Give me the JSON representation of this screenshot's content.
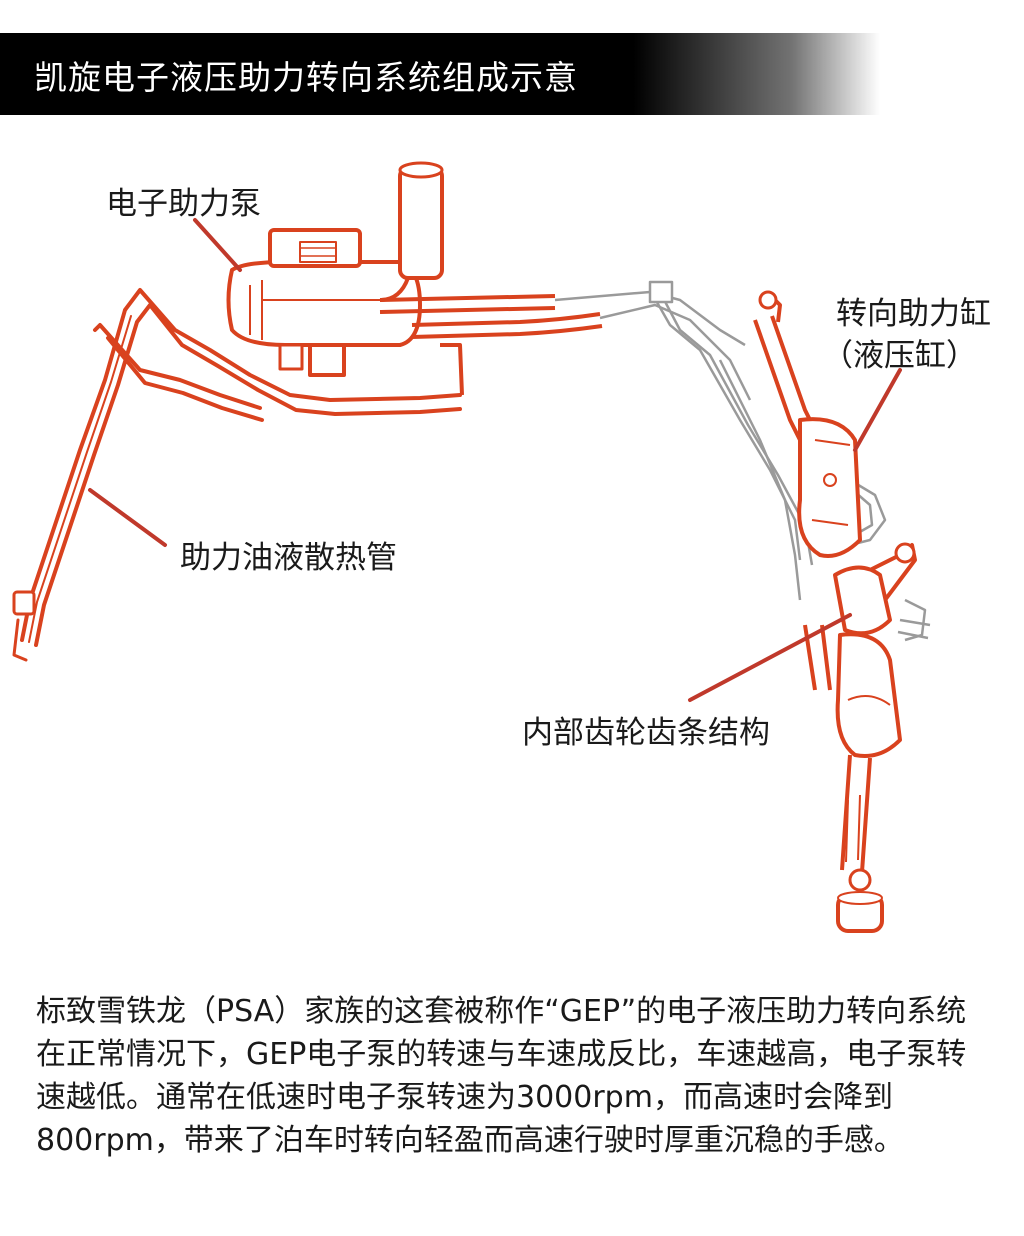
{
  "title": "凯旋电子液压助力转向系统组成示意",
  "labels": {
    "pump": "电子助力泵",
    "cylinder_line1": "转向助力缸",
    "cylinder_line2": "（液压缸）",
    "cooler": "助力油液散热管",
    "rack": "内部齿轮齿条结构"
  },
  "caption": "标致雪铁龙（PSA）家族的这套被称作“GEP”的电子液压助力转向系统在正常情况下，GEP电子泵的转速与车速成反比，车速越高，电子泵转速越低。通常在低速时电子泵转速为3000rpm，而高速时会降到800rpm，带来了泊车时转向轻盈而高速行驶时厚重沉稳的手感。",
  "colors": {
    "component": "#d9421e",
    "leader": "#c0392b",
    "pipe_gray": "#9a9a9a",
    "title_bg": "#000000"
  }
}
